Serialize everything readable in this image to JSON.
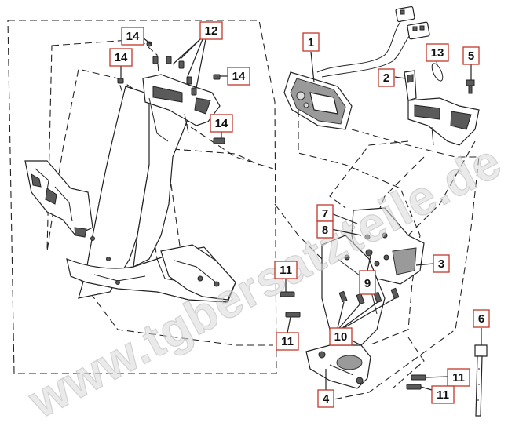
{
  "watermark": "www.tgbersatzteile.de",
  "callouts": [
    {
      "id": "c1",
      "label": "1"
    },
    {
      "id": "c2",
      "label": "2"
    },
    {
      "id": "c3",
      "label": "3"
    },
    {
      "id": "c4",
      "label": "4"
    },
    {
      "id": "c5",
      "label": "5"
    },
    {
      "id": "c6",
      "label": "6"
    },
    {
      "id": "c7",
      "label": "7"
    },
    {
      "id": "c8",
      "label": "8"
    },
    {
      "id": "c9",
      "label": "9"
    },
    {
      "id": "c10",
      "label": "10"
    },
    {
      "id": "c11a",
      "label": "11"
    },
    {
      "id": "c11b",
      "label": "11"
    },
    {
      "id": "c11c",
      "label": "11"
    },
    {
      "id": "c11d",
      "label": "11"
    },
    {
      "id": "c12",
      "label": "12"
    },
    {
      "id": "c13",
      "label": "13"
    },
    {
      "id": "c14a",
      "label": "14"
    },
    {
      "id": "c14b",
      "label": "14"
    },
    {
      "id": "c14c",
      "label": "14"
    },
    {
      "id": "c14d",
      "label": "14"
    }
  ]
}
